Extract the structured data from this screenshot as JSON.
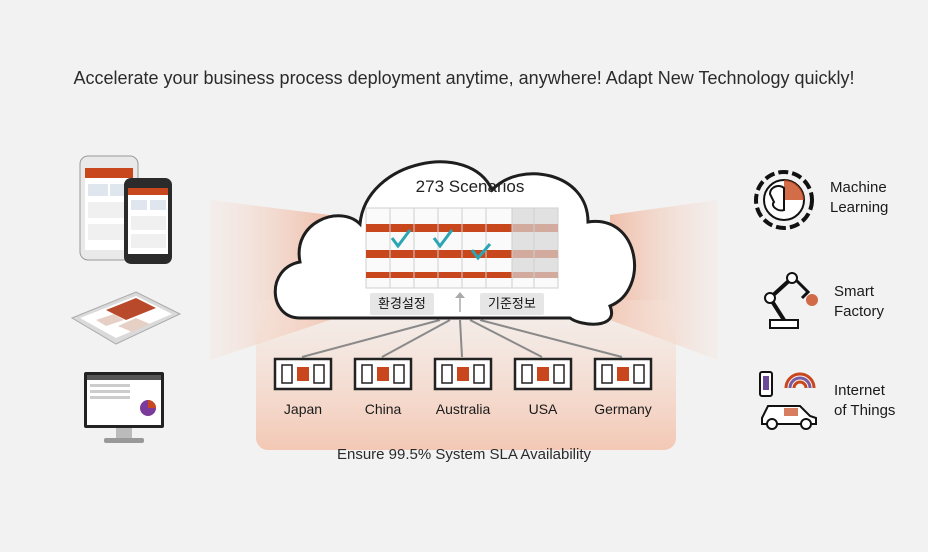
{
  "headline": "Accelerate your business process deployment anytime, anywhere! Adapt New Technology quickly!",
  "cloud": {
    "title": "273 Scenarios",
    "buttons": [
      "환경설정",
      "기준정보"
    ]
  },
  "servers": [
    "Japan",
    "China",
    "Australia",
    "USA",
    "Germany"
  ],
  "sla": "Ensure 99.5% System SLA Availability",
  "tech": [
    {
      "label_line1": "Machine",
      "label_line2": "Learning",
      "icon": "gear-brain-icon"
    },
    {
      "label_line1": "Smart",
      "label_line2": "Factory",
      "icon": "robot-arm-icon"
    },
    {
      "label_line1": "Internet",
      "label_line2": "of Things",
      "icon": "connected-car-icon"
    }
  ],
  "devices": [
    "phones",
    "tablet",
    "monitor"
  ],
  "colors": {
    "accent": "#c8471c",
    "glow": "#f3c9b8",
    "background": "#f2f2f2"
  }
}
